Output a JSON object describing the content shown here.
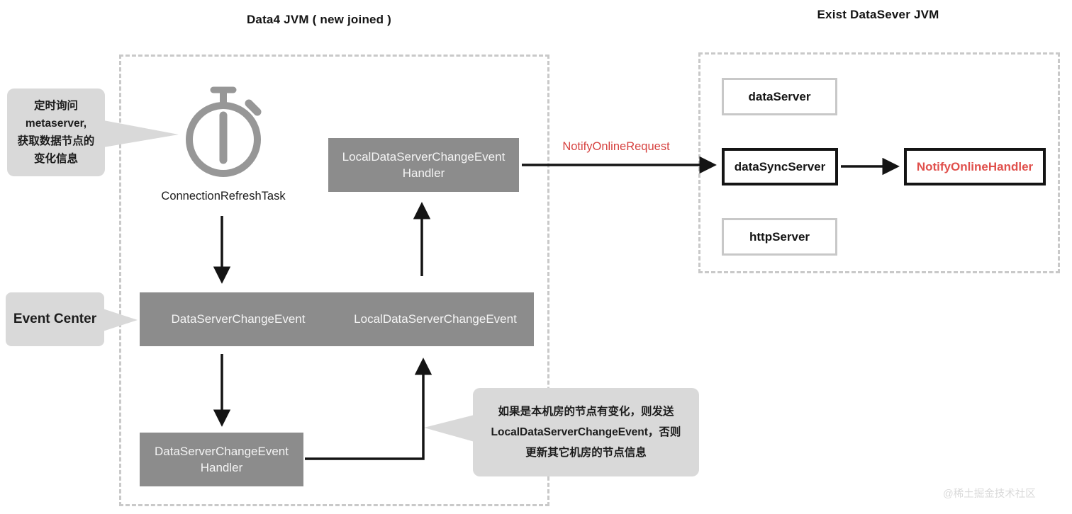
{
  "titles": {
    "left": "Data4 JVM ( new joined )",
    "right": "Exist DataSever JVM"
  },
  "left_jvm": {
    "timer_label": "ConnectionRefreshTask",
    "local_handler_box": {
      "line1": "LocalDataServerChangeEvent",
      "line2": "Handler"
    },
    "event_center_bar": {
      "left_event": "DataServerChangeEvent",
      "right_event": "LocalDataServerChangeEvent"
    },
    "data_handler_box": {
      "line1": "DataServerChangeEvent",
      "line2": "Handler"
    }
  },
  "right_jvm": {
    "data_server": "dataServer",
    "data_sync_server": "dataSyncServer",
    "http_server": "httpServer",
    "notify_online_handler": "NotifyOnlineHandler"
  },
  "annotations": {
    "timer_note": {
      "lines": [
        "定时询问",
        "metaserver,",
        "获取数据节点的",
        "变化信息"
      ]
    },
    "event_center_label": "Event Center",
    "branch_note": {
      "lines": [
        "如果是本机房的节点有变化，则发送",
        "LocalDataServerChangeEvent，否则",
        "更新其它机房的节点信息"
      ]
    },
    "request_label": "NotifyOnlineRequest"
  },
  "watermark": "@稀土掘金技术社区",
  "colors": {
    "box_gray": "#8c8c8c",
    "bubble_gray": "#d9d9d9",
    "dashed_border": "#c9c9c9",
    "accent_red": "#e0504c",
    "request_red": "#d6413f",
    "icon_gray": "#979797",
    "line_black": "#141414"
  }
}
